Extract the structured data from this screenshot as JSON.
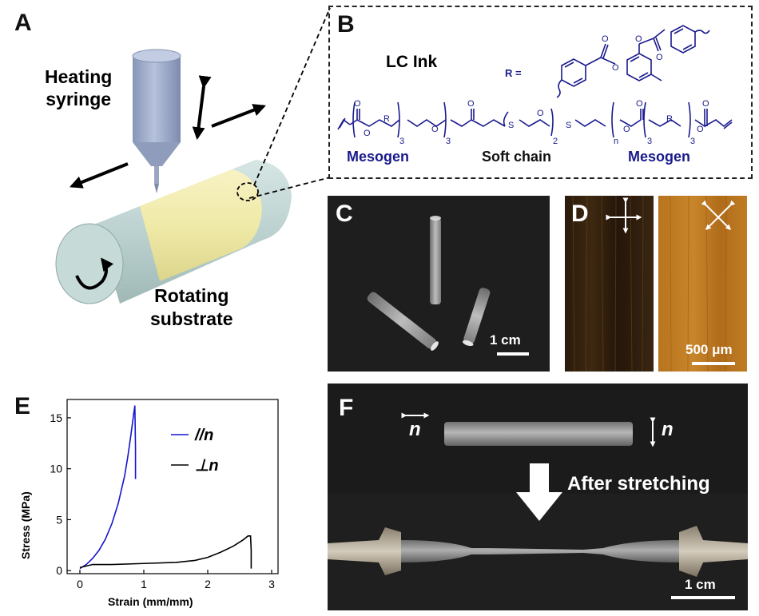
{
  "panels": {
    "A": {
      "letter": "A",
      "heating_syringe": [
        "Heating",
        "syringe"
      ],
      "rotating_substrate": [
        "Rotating",
        "substrate"
      ]
    },
    "B": {
      "letter": "B",
      "ink_title": "LC Ink",
      "r_label": "R =",
      "mesogen_left": "Mesogen",
      "soft_chain": "Soft chain",
      "mesogen_right": "Mesogen",
      "subscript_3": "3",
      "subscript_2": "2",
      "subscript_n": "n",
      "atom_O": "O",
      "atom_S": "S",
      "atom_R": "R"
    },
    "C": {
      "letter": "C",
      "scale_bar": "1 cm"
    },
    "D": {
      "letter": "D",
      "scale_bar": "500 μm"
    },
    "E": {
      "letter": "E"
    },
    "F": {
      "letter": "F",
      "n_label": "n",
      "after_stretching": "After stretching",
      "scale_bar": "1 cm"
    }
  },
  "colors": {
    "series_parallel": "#1515d0",
    "series_perp": "#000000",
    "chem_blue": "#1a1a8c",
    "syringe": "#9aa8c8",
    "film": "#f0eaa8",
    "cylinder": "#bcd2d0"
  },
  "chart_data": {
    "type": "line",
    "xlabel": "Strain (mm/mm)",
    "ylabel": "Stress (MPa)",
    "xlim": [
      -0.2,
      3.1
    ],
    "ylim": [
      -0.3,
      16.8
    ],
    "xticks": [
      0,
      1,
      2,
      3
    ],
    "yticks": [
      0,
      5,
      10,
      15
    ],
    "grid": false,
    "legend_position": "top-right",
    "series": [
      {
        "name": "//n",
        "color": "#1515d0",
        "x": [
          0,
          0.1,
          0.2,
          0.3,
          0.4,
          0.5,
          0.6,
          0.7,
          0.75,
          0.8,
          0.84,
          0.86,
          0.87,
          0.87
        ],
        "y": [
          0.2,
          0.6,
          1.2,
          2.0,
          3.1,
          4.6,
          6.6,
          9.3,
          11.2,
          13.4,
          15.3,
          16.2,
          12.0,
          9.0
        ]
      },
      {
        "name": "⊥n",
        "color": "#000000",
        "x": [
          0,
          0.2,
          0.5,
          1.0,
          1.5,
          1.8,
          2.0,
          2.2,
          2.4,
          2.55,
          2.63,
          2.67,
          2.68,
          2.68
        ],
        "y": [
          0.3,
          0.6,
          0.6,
          0.7,
          0.8,
          1.0,
          1.3,
          1.8,
          2.4,
          3.0,
          3.4,
          3.4,
          2.0,
          0.2
        ]
      }
    ]
  }
}
